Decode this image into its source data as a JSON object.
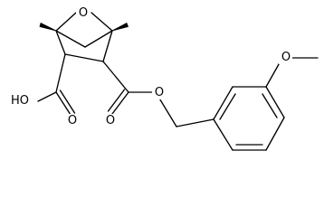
{
  "molecule": {
    "atom_labels": {
      "bridge_oxygen": "O",
      "acid_hydroxyl": "HO",
      "acid_carbonyl_oxygen": "O",
      "ester_carbonyl_oxygen": "O",
      "ester_oxygen": "O",
      "methoxy_oxygen": "O"
    },
    "colors": {
      "bond": "#000000",
      "background": "#ffffff"
    }
  }
}
